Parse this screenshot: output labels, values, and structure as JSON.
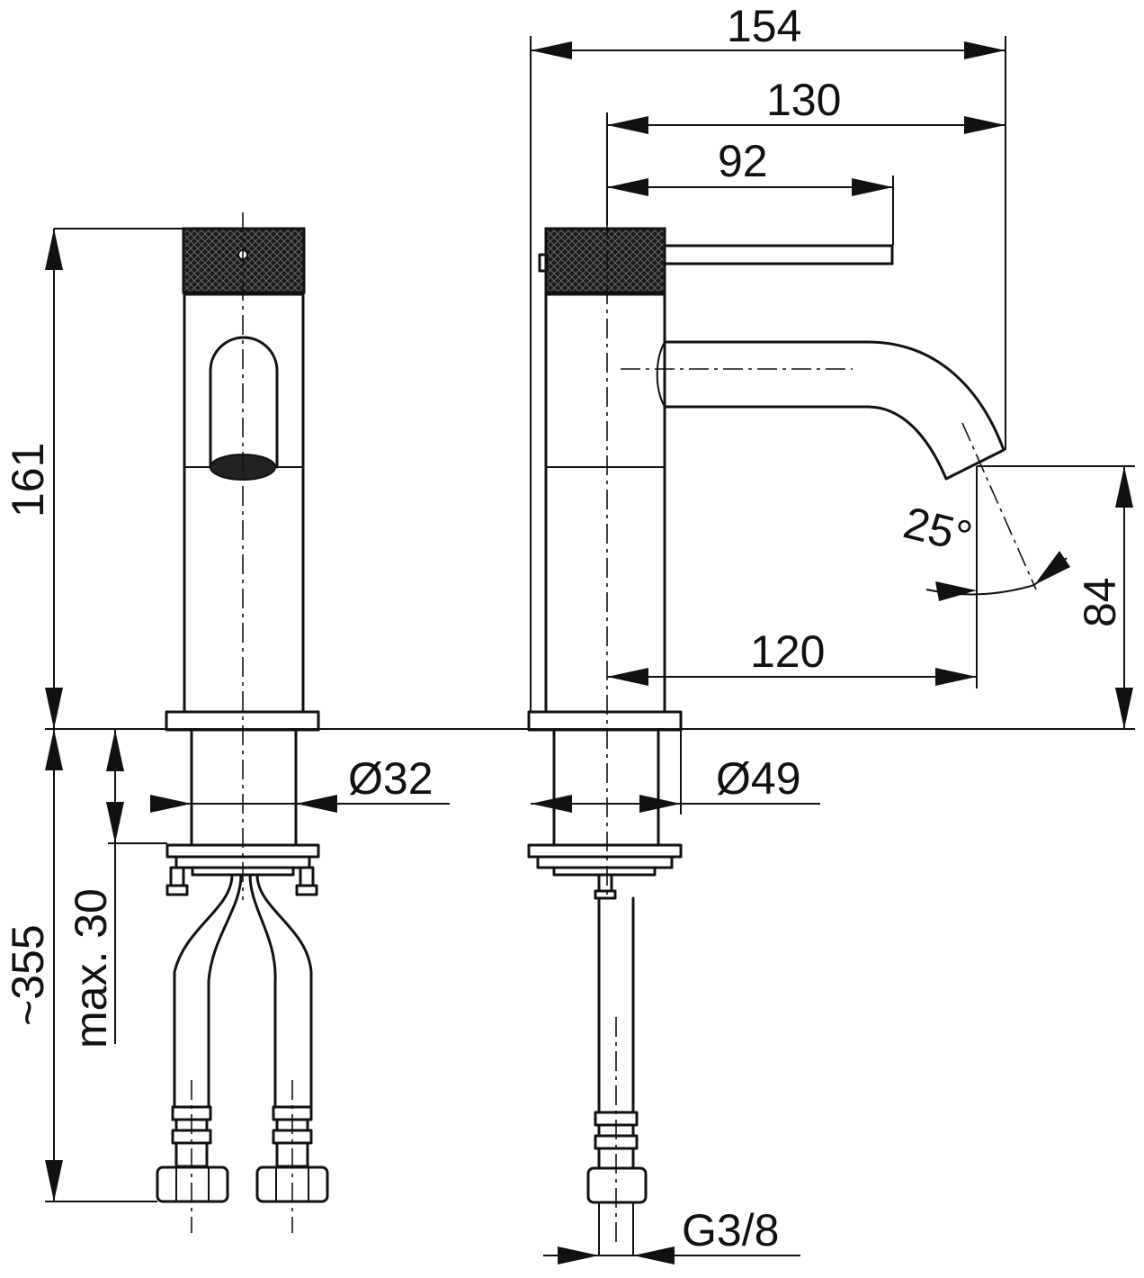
{
  "dimensions": {
    "total_reach": "154",
    "spout_reach": "130",
    "lever_length": "92",
    "total_height": "161",
    "outlet_reach": "120",
    "outlet_height": "84",
    "spray_angle": "25°",
    "shank_diameter": "Ø32",
    "base_diameter": "Ø49",
    "overall_length": "~355",
    "max_deck_thickness": "max. 30",
    "connection_thread": "G3/8"
  }
}
